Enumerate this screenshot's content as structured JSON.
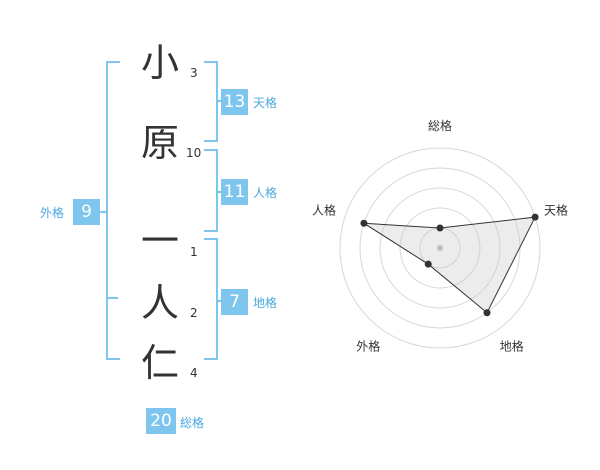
{
  "name": {
    "characters": [
      {
        "char": "小",
        "strokes": "3"
      },
      {
        "char": "原",
        "strokes": "10"
      },
      {
        "char": "一",
        "strokes": "1"
      },
      {
        "char": "人",
        "strokes": "2"
      },
      {
        "char": "仁",
        "strokes": "4"
      }
    ]
  },
  "fortunes": {
    "tenkaku": {
      "value": "13",
      "label": "天格"
    },
    "jinkaku": {
      "value": "11",
      "label": "人格"
    },
    "chikaku": {
      "value": "7",
      "label": "地格"
    },
    "gaikaku": {
      "value": "9",
      "label": "外格"
    },
    "soukaku": {
      "value": "20",
      "label": "総格"
    }
  },
  "colors": {
    "accent": "#7fc6ef",
    "text": "#333333",
    "label": "#4aa8de"
  },
  "chart_data": {
    "type": "radar",
    "axes": [
      "総格",
      "天格",
      "地格",
      "外格",
      "人格"
    ],
    "values": [
      1,
      5,
      4,
      1,
      4
    ],
    "range": [
      0,
      5
    ],
    "rings": 5,
    "grid": true
  }
}
